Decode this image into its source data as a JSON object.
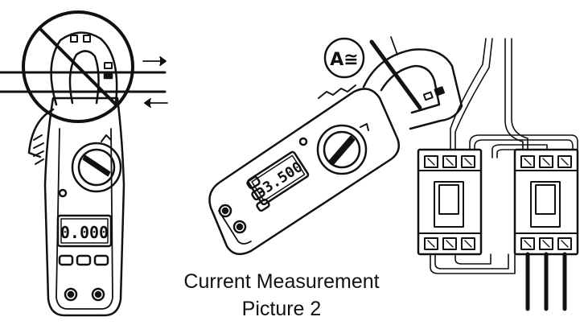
{
  "caption": {
    "line1": "Current Measurement",
    "line2": "Picture 2"
  },
  "left_meter": {
    "display": "0.000",
    "status": "prohibited"
  },
  "right_meter": {
    "display": "-3.500"
  },
  "mode_badge": {
    "label": "A≅"
  },
  "icons": [
    "prohibition-icon",
    "current-arrow-icon",
    "rotary-dial-icon",
    "ac-current-icon"
  ],
  "colors": {
    "ink": "#111111",
    "paper": "#ffffff"
  }
}
